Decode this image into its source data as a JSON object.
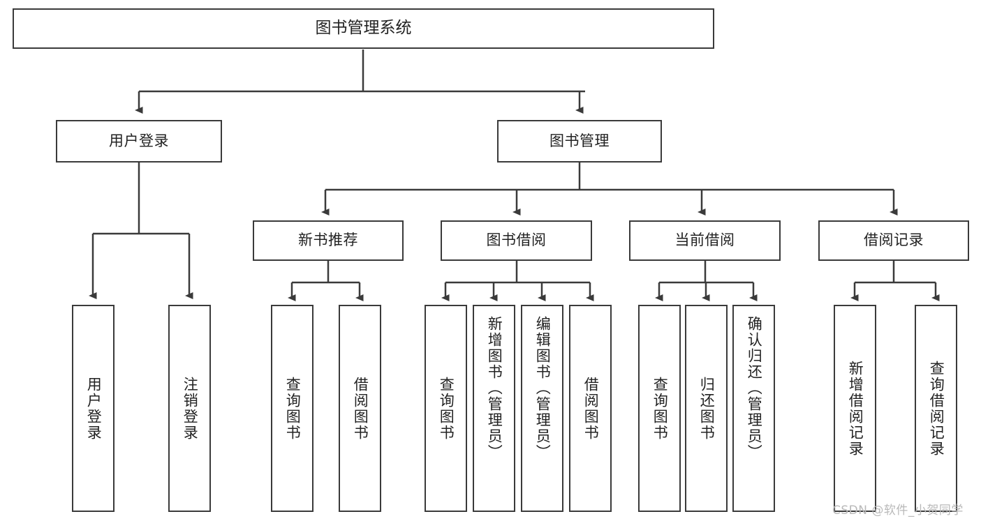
{
  "diagram": {
    "title": "图书管理系统",
    "root": {
      "label": "图书管理系统"
    },
    "level1": [
      {
        "label": "用户登录"
      },
      {
        "label": "图书管理"
      }
    ],
    "level2": [
      {
        "label": "新书推荐"
      },
      {
        "label": "图书借阅"
      },
      {
        "label": "当前借阅"
      },
      {
        "label": "借阅记录"
      }
    ],
    "leaves": {
      "user_login": [
        {
          "label": "用户登录"
        },
        {
          "label": "注销登录"
        }
      ],
      "new_book": [
        {
          "label": "查询图书"
        },
        {
          "label": "借阅图书"
        }
      ],
      "borrow_book": [
        {
          "label": "查询图书"
        },
        {
          "label": "新增图书（管理员）"
        },
        {
          "label": "编辑图书（管理员）"
        },
        {
          "label": "借阅图书"
        }
      ],
      "current_borrow": [
        {
          "label": "查询图书"
        },
        {
          "label": "归还图书"
        },
        {
          "label": "确认归还（管理员）"
        }
      ],
      "borrow_record": [
        {
          "label": "新增借阅记录"
        },
        {
          "label": "查询借阅记录"
        }
      ]
    }
  },
  "watermark": {
    "text": "CSDN @软件_小贺同学"
  },
  "colors": {
    "stroke": "#3a3a3a",
    "background": "#ffffff",
    "text": "#222222",
    "watermark": "#b9b9b9"
  }
}
